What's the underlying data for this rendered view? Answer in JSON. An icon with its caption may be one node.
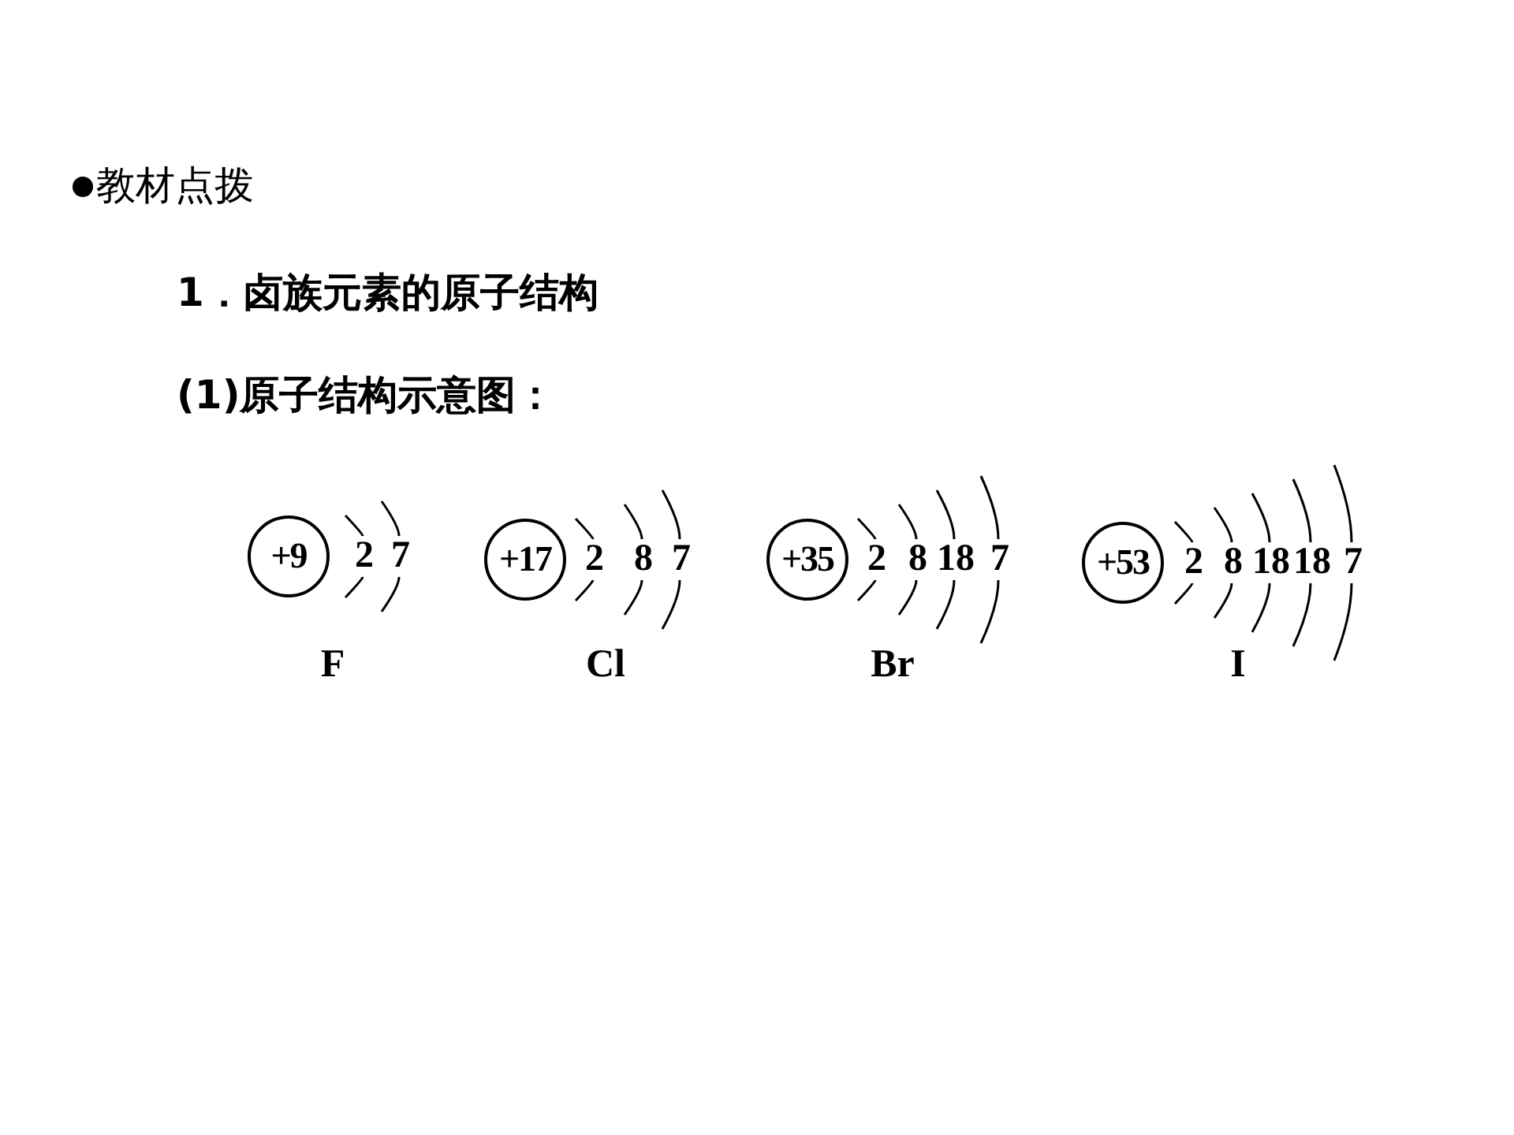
{
  "diagram": {
    "nodes": [
      {
        "text": [
          "+9"
        ],
        "beside": [
          "F"
        ]
      },
      {
        "text": [
          "+17"
        ],
        "beside": [
          "Cl"
        ]
      },
      {
        "text": [
          "+35"
        ],
        "beside": [
          "Br"
        ]
      },
      {
        "text": [
          "+53"
        ],
        "beside": [
          "I"
        ]
      }
    ],
    "labels": [
      "教材点拨",
      "1．卤族元素的原子结构",
      "(1)原子结构示意图：",
      "2",
      "7",
      "2",
      "8",
      "7",
      "2",
      "8",
      "18",
      "7",
      "2",
      "8",
      "18",
      "18",
      "7"
    ]
  }
}
